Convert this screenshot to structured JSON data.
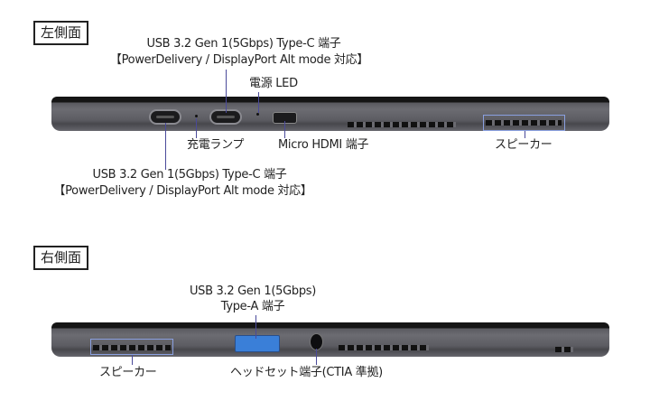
{
  "left_side": {
    "title": "左側面",
    "usbc_top_line1": "USB 3.2 Gen 1(5Gbps) Type-C 端子",
    "usbc_top_line2": "【PowerDelivery / DisplayPort Alt mode 対応】",
    "power_led": "電源 LED",
    "charge_lamp": "充電ランプ",
    "micro_hdmi": "Micro HDMI 端子",
    "speaker": "スピーカー",
    "usbc_bottom_line1": "USB 3.2 Gen 1(5Gbps) Type-C 端子",
    "usbc_bottom_line2": "【PowerDelivery / DisplayPort Alt mode 対応】"
  },
  "right_side": {
    "title": "右側面",
    "usba_line1": "USB 3.2 Gen 1(5Gbps)",
    "usba_line2": "Type-A 端子",
    "speaker": "スピーカー",
    "headset": "ヘッドセット端子(CTIA 準拠)"
  },
  "colors": {
    "leader_line": "#4a4a9a",
    "speaker_highlight": "#8aa0e0",
    "usb_a_blue": "#3a7fd8"
  }
}
